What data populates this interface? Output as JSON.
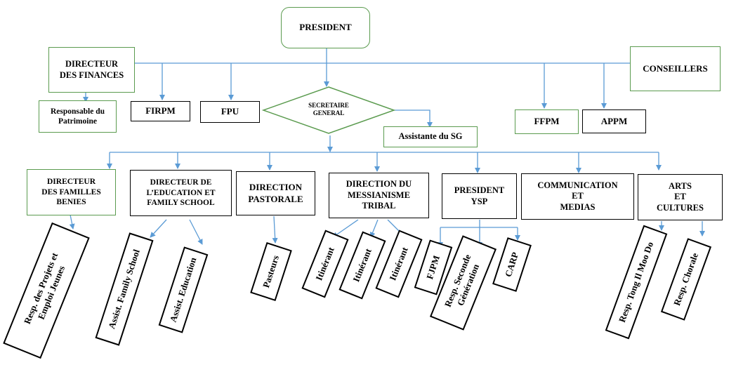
{
  "org": {
    "president": "PRESIDENT",
    "finances": "DIRECTEUR\nDES FINANCES",
    "patrimoine": "Responsable du\nPatrimoine",
    "conseillers": "CONSEILLERS",
    "firpm": "FIRPM",
    "fpu": "FPU",
    "secretaire": "SECRETAIRE\nGENERAL",
    "assistante": "Assistante du SG",
    "ffpm": "FFPM",
    "appm": "APPM",
    "dir_familles": "DIRECTEUR\nDES FAMILLES\nBENIES",
    "dir_education": "DIRECTEUR DE\nL’EDUCATION ET\nFAMILY SCHOOL",
    "dir_pastorale": "DIRECTION\nPASTORALE",
    "dir_messianisme": "DIRECTION DU\nMESSIANISME\nTRIBAL",
    "president_ysp": "PRESIDENT\nYSP",
    "communication": "COMMUNICATION\nET\nMEDIAS",
    "arts": "ARTS\nET\nCULTURES",
    "resp_projets": "Resp. des Projets et\nEmploi Jeunes",
    "assist_family": "Assist. Family School",
    "assist_education": "Assist. Education",
    "pasteurs": "Pasteurs",
    "itinerant_1": "Itinérant",
    "itinerant_2": "Itinérant",
    "itinerant_3": "Itinérant",
    "fjpm": "FJPM",
    "resp_seconde": "Resp. Seconde\nGénération",
    "carp": "CARP",
    "resp_tong": "Resp. Tong Il Moo Do",
    "resp_chorale": "Resp. Chorale"
  },
  "colors": {
    "connector": "#5b9bd5",
    "green_border": "#5b9b4f",
    "black_border": "#000000"
  }
}
